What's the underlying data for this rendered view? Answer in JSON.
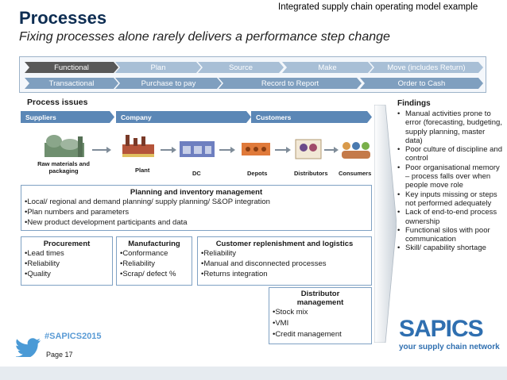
{
  "header": {
    "tag": "Integrated supply chain operating model example",
    "title": "Processes",
    "subtitle": "Fixing processes alone rarely delivers a performance step change"
  },
  "process_map": {
    "row1": [
      "Functional",
      "Plan",
      "Source",
      "Make",
      "Move (includes Return)"
    ],
    "row2": [
      "Transactional",
      "Purchase to pay",
      "Record to Report",
      "Order to Cash"
    ]
  },
  "issues_label": "Process issues",
  "stages": [
    "Suppliers",
    "Company",
    "Customers"
  ],
  "flow": {
    "raw": "Raw materials and packaging",
    "plant": "Plant",
    "dc": "DC",
    "depots": "Depots",
    "distributors": "Distributors",
    "consumers": "Consumers"
  },
  "planning": {
    "title": "Planning and inventory management",
    "lines": [
      "•Local/ regional and demand planning/ supply planning/ S&OP integration",
      "•Plan numbers and parameters",
      "•New product development participants and data"
    ]
  },
  "procurement": {
    "title": "Procurement",
    "lines": [
      "•Lead times",
      "•Reliability",
      "•Quality"
    ]
  },
  "manufacturing": {
    "title": "Manufacturing",
    "lines": [
      "•Conformance",
      "•Reliability",
      "•Scrap/ defect %"
    ]
  },
  "replenishment": {
    "title": "Customer replenishment and logistics",
    "lines": [
      "•Reliability",
      "•Manual and disconnected processes",
      "•Returns integration"
    ]
  },
  "distributor": {
    "title_line1": "Distributor",
    "title_line2": "management",
    "lines": [
      "•Stock mix",
      "•VMI",
      "•Credit management"
    ]
  },
  "findings": {
    "title": "Findings",
    "items": [
      "Manual activities prone to error (forecasting, budgeting, supply planning, master data)",
      "Poor culture of discipline and control",
      "Poor organisational memory – process falls over when people move role",
      "Key inputs missing or steps not performed adequately",
      "Lack of end-to-end process ownership",
      "Functional silos with poor communication",
      "Skill/ capability shortage"
    ]
  },
  "footer": {
    "hashtag": "#SAPICS2015",
    "page": "Page 17",
    "logo": "SAPICS",
    "tagline": "your supply chain network"
  },
  "colors": {
    "title": "#0d2d52",
    "stage_bar": "#5b87b6",
    "box_border": "#7fa1c3",
    "logo": "#2f6fb0",
    "twitter": "#5a9bd5"
  }
}
